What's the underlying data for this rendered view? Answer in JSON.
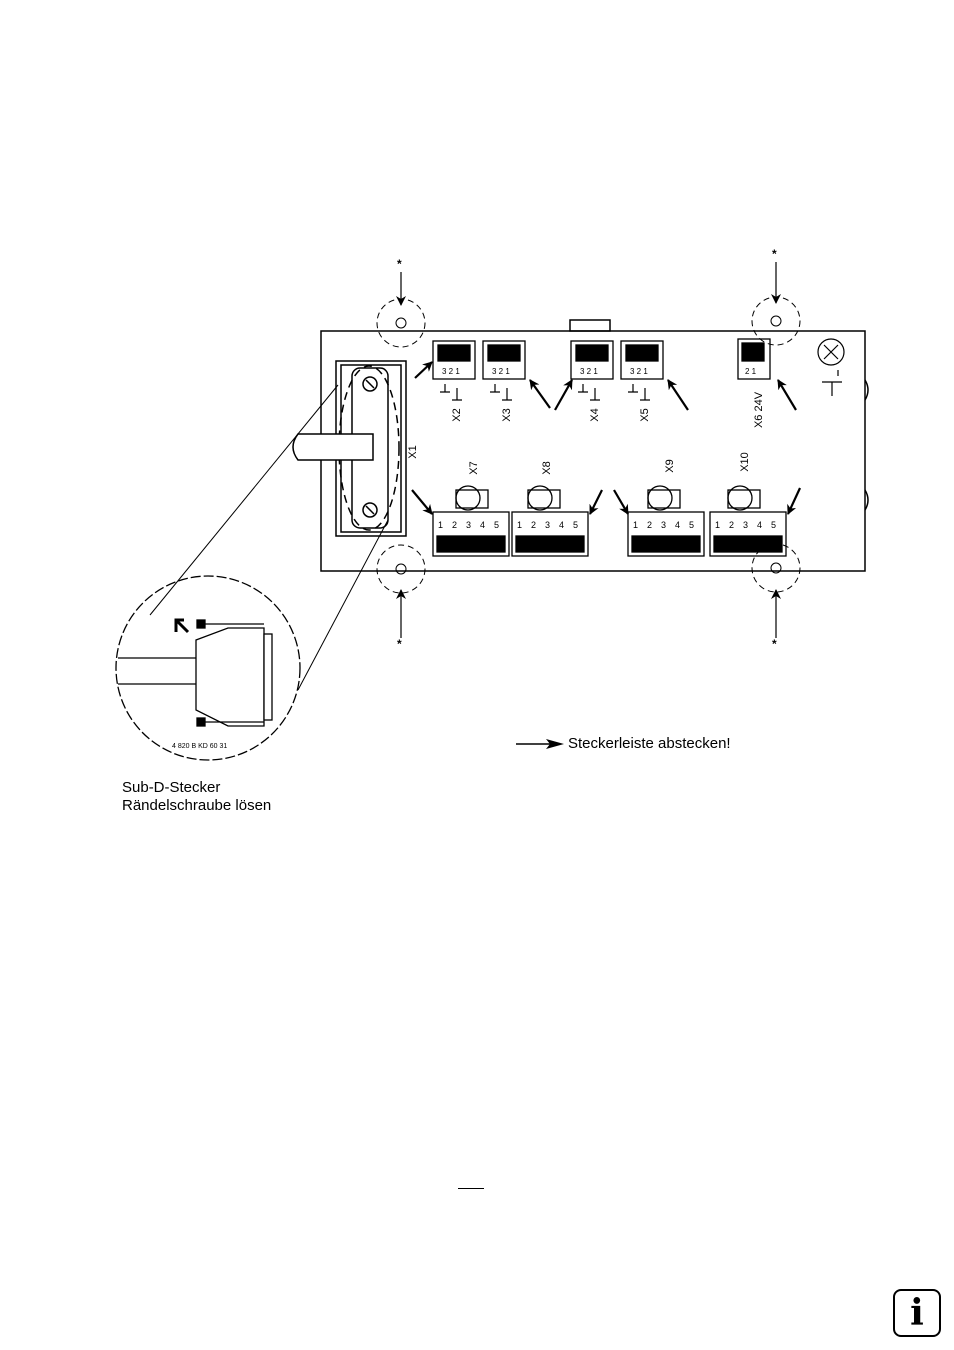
{
  "connectors": {
    "x1": "X1",
    "x2": "X2",
    "x3": "X3",
    "x4": "X4",
    "x5": "X5",
    "x6": "X6 24V",
    "x7": "X7",
    "x8": "X8",
    "x9": "X9",
    "x10": "X10"
  },
  "pin_labels": [
    "1",
    "2",
    "3",
    "4",
    "5"
  ],
  "part_number": "4 820 B KD 60 31",
  "caption": {
    "line1": "Sub-D-Stecker",
    "line2": "Rändelschraube lösen"
  },
  "legend": {
    "text": "Steckerleiste abstecken!"
  },
  "icons": {
    "info": "i"
  }
}
